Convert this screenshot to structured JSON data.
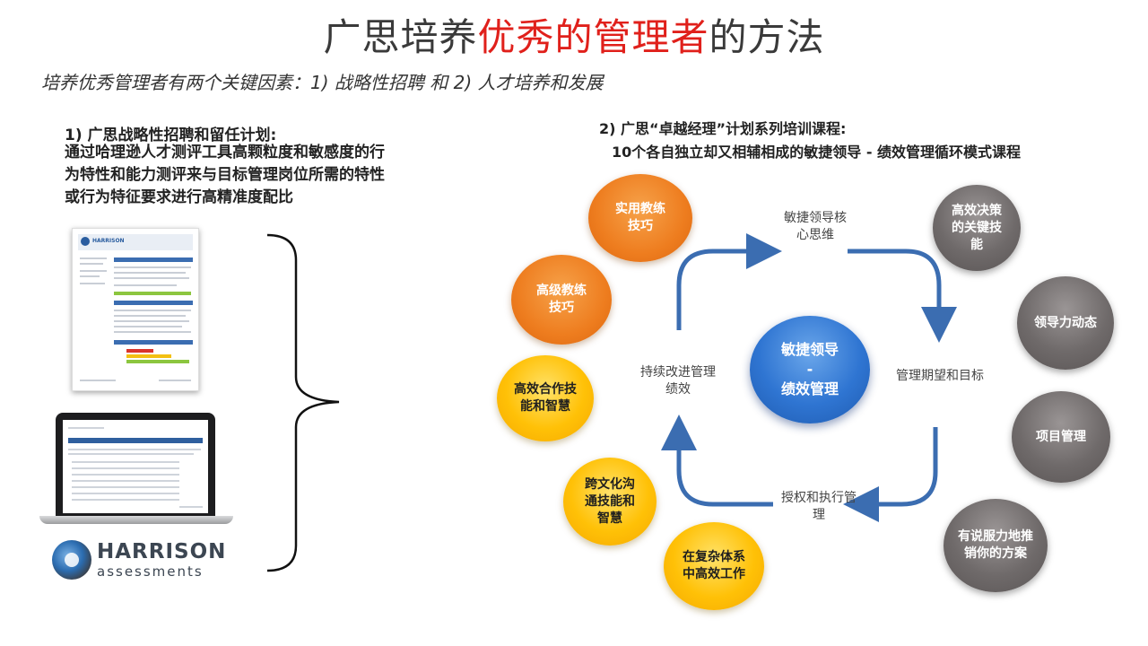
{
  "title": {
    "pre": "广思培养",
    "highlight": "优秀的管理者",
    "post": "的方法"
  },
  "subtitle": "培养优秀管理者有两个关键因素：1) 战略性招聘  和 2) 人才培养和发展",
  "left": {
    "heading": "1)    广思战略性招聘和留任计划:",
    "body": "通过哈理逊人才测评工具高颗粒度和敏感度的行为特性和能力测评来与目标管理岗位所需的特性或行为特征要求进行高精准度配比",
    "report_logo": "HARRISON",
    "logo": {
      "name": "HARRISON",
      "sub": "assessments"
    }
  },
  "right": {
    "heading": "2) 广思“卓越经理”计划系列培训课程:",
    "subheading": "10个各自独立却又相辅相成的敏捷领导 - 绩效管理循环模式课程",
    "center": {
      "line1": "敏捷领导",
      "line2": "-",
      "line3": "绩效管理"
    },
    "cycle": {
      "top": "敏捷领导核心思维",
      "right": "管理期望和目标",
      "bottom": "授权和执行管理",
      "left": "持续改进管理绩效"
    },
    "courses": [
      "实用教练技巧",
      "高级教练技巧",
      "高效合作技能和智慧",
      "跨文化沟通技能和智慧",
      "在复杂体系中高效工作",
      "高效决策的关键技能",
      "领导力动态",
      "项目管理",
      "有说服力地推销你的方案"
    ],
    "colors": {
      "orange": "#ee7d1f",
      "yellow": "#ffc107",
      "gray": "#6f6a6a",
      "blue": "#2f75d2",
      "arrow": "#3b6db1"
    }
  }
}
